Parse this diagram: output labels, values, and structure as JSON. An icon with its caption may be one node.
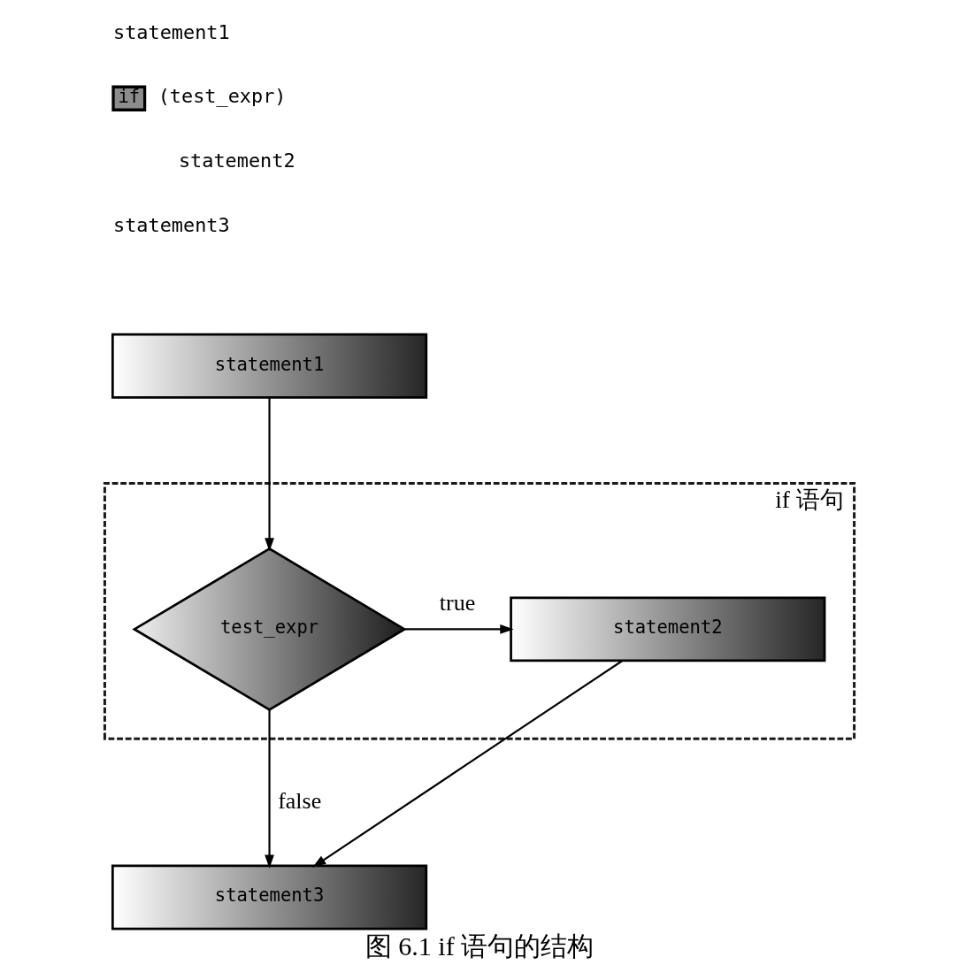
{
  "diagram": {
    "caption": "图 6.1 if 语句的结构",
    "nodes": [
      {
        "text": [
          "if"
        ]
      },
      {
        "text": [
          "statement1"
        ]
      },
      {
        "text": [
          "if 语句"
        ]
      },
      {
        "text": [
          "test_expr"
        ],
        "in": 2
      },
      {
        "text": [
          "statement2"
        ],
        "in": 2
      },
      {
        "text": [
          "statement3"
        ]
      }
    ],
    "edges": [
      {
        "from": 1,
        "to": 3,
        "arrow": "to"
      },
      {
        "from": 3,
        "to": 4,
        "arrow": "to",
        "label": "true"
      },
      {
        "from": 4,
        "to": 5,
        "arrow": "to"
      },
      {
        "from": 3,
        "to": 5,
        "arrow": "to",
        "label": "false"
      }
    ],
    "labels": [
      "statement1",
      "(test_expr)",
      "statement2",
      "statement3"
    ]
  }
}
